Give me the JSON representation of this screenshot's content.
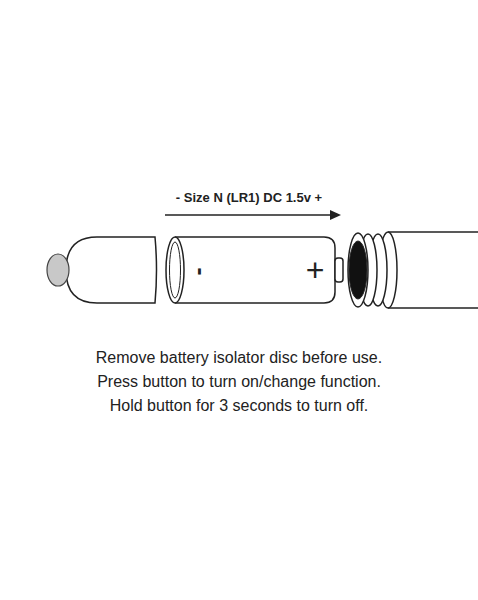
{
  "diagram": {
    "labels": [
      "- Size N (LR1) DC 1.5v +",
      "-",
      "+",
      "Remove battery isolator disc before use.",
      "Press button to turn on/change function.",
      "Hold button for 3 seconds to turn off."
    ]
  }
}
